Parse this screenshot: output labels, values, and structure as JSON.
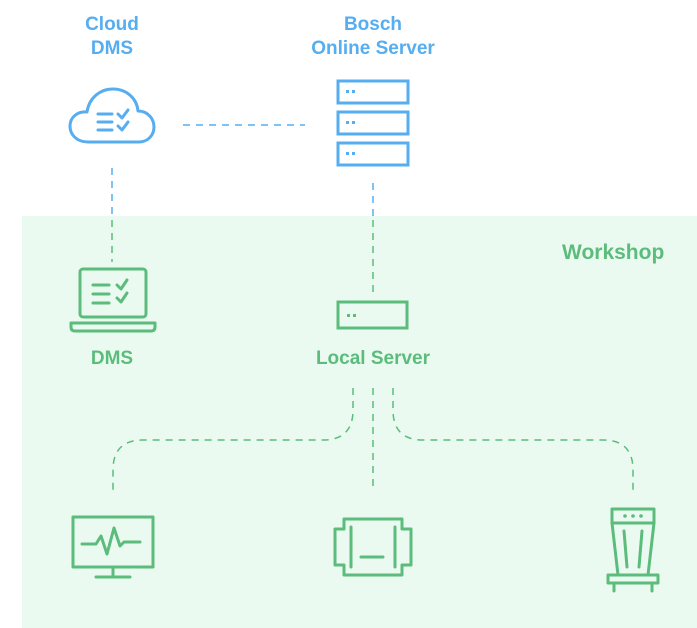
{
  "cloud_dms": {
    "line1": "Cloud",
    "line2": "DMS"
  },
  "bosch_server": {
    "line1": "Bosch",
    "line2": "Online Server"
  },
  "workshop": {
    "label": "Workshop"
  },
  "dms": {
    "label": "DMS"
  },
  "local_server": {
    "label": "Local Server"
  },
  "icons": {
    "cloud": "cloud-checklist-icon",
    "bosch_server": "server-rack-icon",
    "dms": "laptop-checklist-icon",
    "local_server": "server-unit-icon",
    "left_device": "monitor-pulse-icon",
    "center_device": "interface-module-icon",
    "right_device": "trolley-device-icon"
  },
  "colors": {
    "blue": "#56adf0",
    "green": "#5cbc7c",
    "workshop_bg": "#eafaf0"
  }
}
